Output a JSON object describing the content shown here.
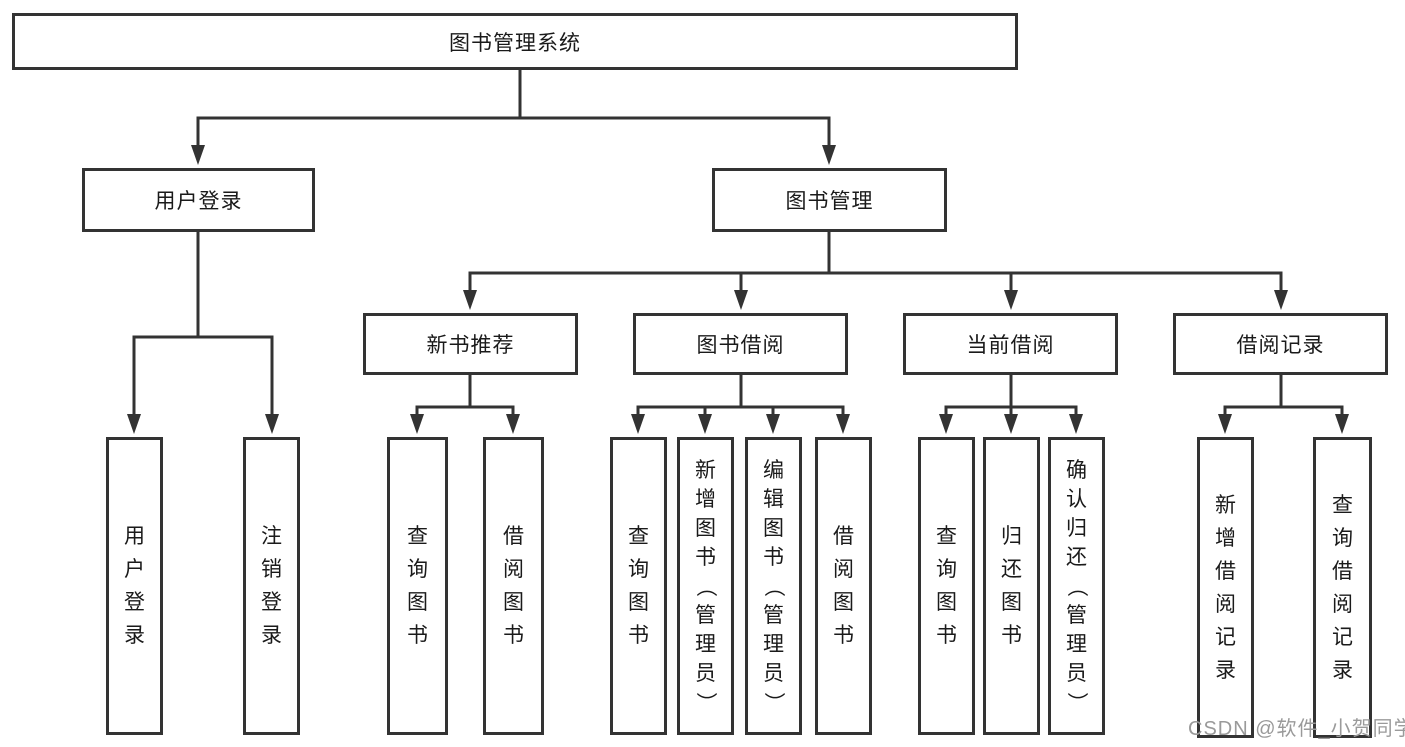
{
  "tree": {
    "root": {
      "label": "图书管理系统"
    },
    "level2": [
      {
        "label": "用户登录"
      },
      {
        "label": "图书管理"
      }
    ],
    "level3": [
      {
        "label": "新书推荐"
      },
      {
        "label": "图书借阅"
      },
      {
        "label": "当前借阅"
      },
      {
        "label": "借阅记录"
      }
    ],
    "leaves": {
      "user_login": [
        "用户登录",
        "注销登录"
      ],
      "new_book": [
        "查询图书",
        "借阅图书"
      ],
      "book_borrow": [
        "查询图书",
        "新增图书（管理员）",
        "编辑图书（管理员）",
        "借阅图书"
      ],
      "current_borrow": [
        "查询图书",
        "归还图书",
        "确认归还（管理员）"
      ],
      "borrow_record": [
        "新增借阅记录",
        "查询借阅记录"
      ]
    }
  },
  "watermark": "CSDN @软件_小贺同学",
  "colors": {
    "line": "#333333",
    "text": "#1a1a1a",
    "watermark_text": "#9a9a9a",
    "background": "#ffffff"
  }
}
